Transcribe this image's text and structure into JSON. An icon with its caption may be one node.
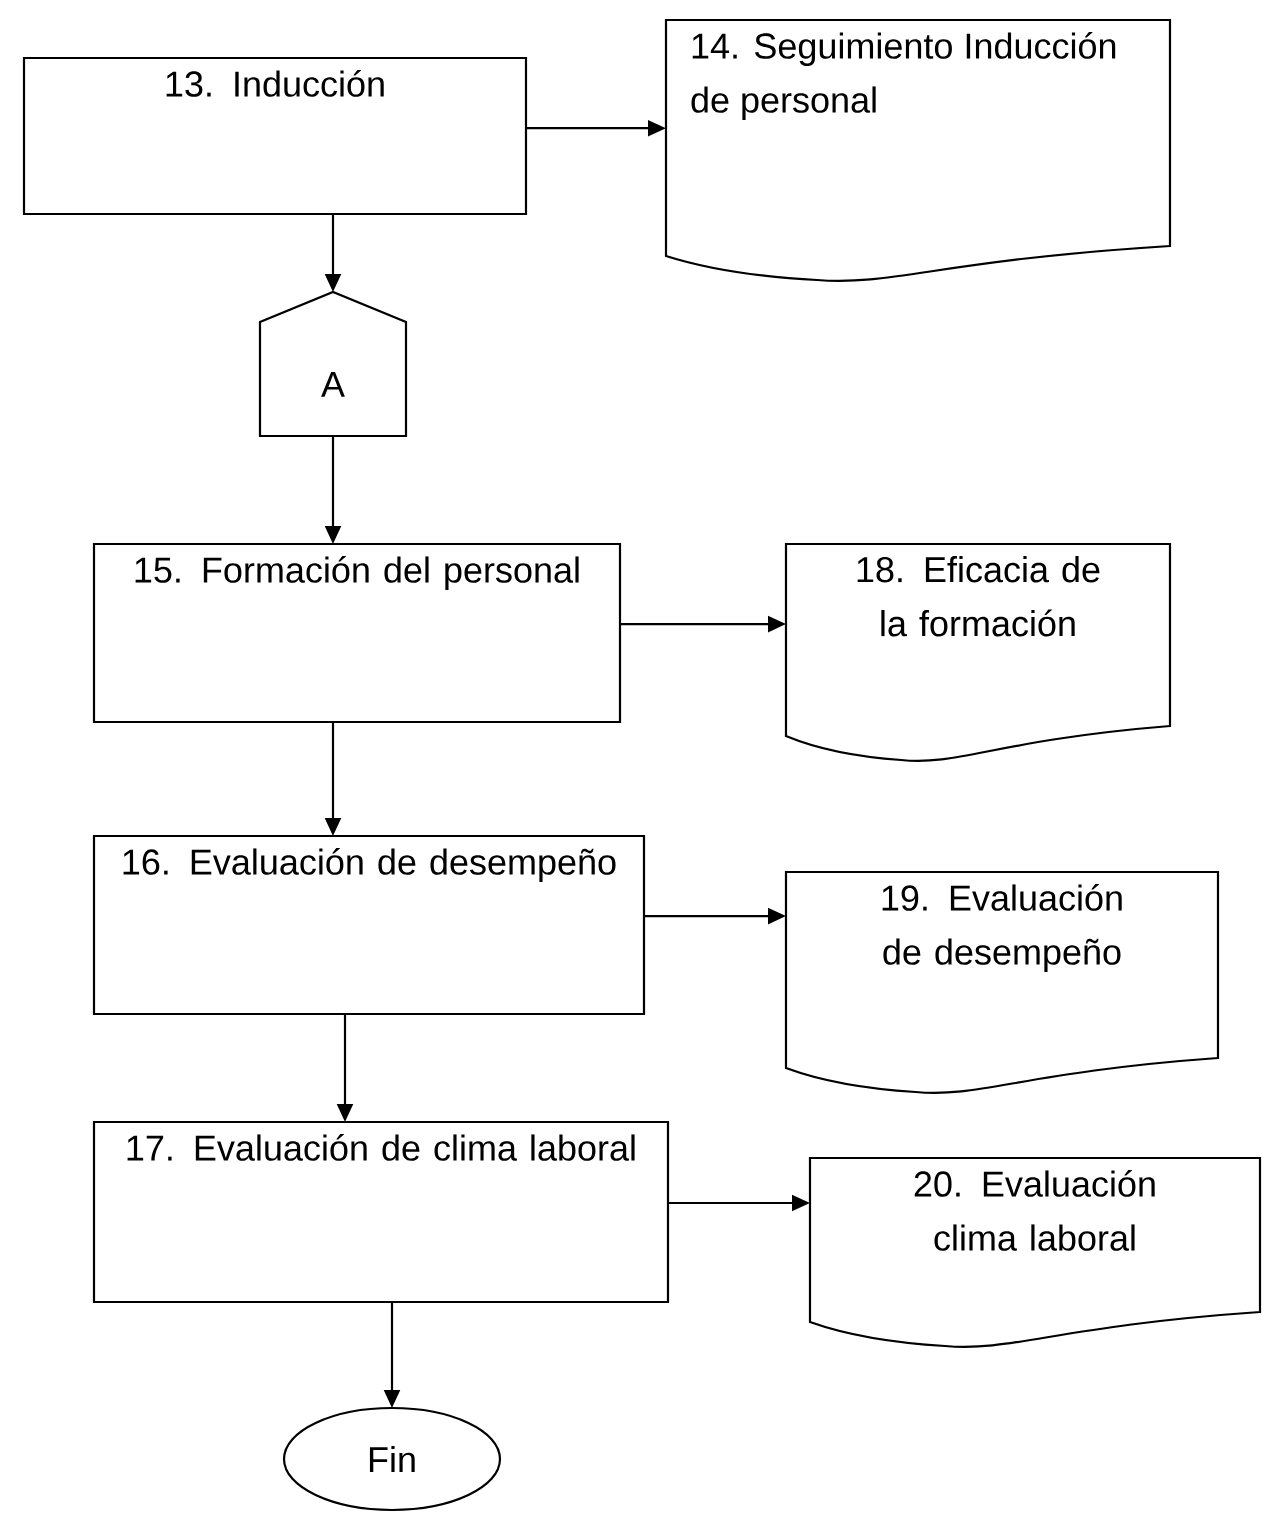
{
  "diagram": {
    "nodes": [
      {
        "text": [
          "13. Inducción"
        ]
      },
      {
        "text": [
          "14. Seguimiento Inducción de personal"
        ]
      },
      {
        "text": [
          "A"
        ]
      },
      {
        "text": [
          "15. Formación del personal"
        ]
      },
      {
        "text": [
          "18. Eficacia de la formación"
        ]
      },
      {
        "text": [
          "16. Evaluación de desempeño"
        ]
      },
      {
        "text": [
          "19. Evaluación de desempeño"
        ]
      },
      {
        "text": [
          "17. Evaluación de clima laboral"
        ]
      },
      {
        "text": [
          "20. Evaluación clima laboral"
        ]
      },
      {
        "text": [
          "Fin"
        ]
      }
    ],
    "edges": [
      {
        "from": 0,
        "to": 1,
        "arrow": "to"
      },
      {
        "from": 0,
        "to": 2,
        "arrow": "to"
      },
      {
        "from": 2,
        "to": 3,
        "arrow": "to"
      },
      {
        "from": 3,
        "to": 4,
        "arrow": "to"
      },
      {
        "from": 3,
        "to": 5,
        "arrow": "to"
      },
      {
        "from": 5,
        "to": 6,
        "arrow": "to"
      },
      {
        "from": 5,
        "to": 7,
        "arrow": "to"
      },
      {
        "from": 7,
        "to": 8,
        "arrow": "to"
      },
      {
        "from": 7,
        "to": 9,
        "arrow": "to"
      }
    ]
  }
}
